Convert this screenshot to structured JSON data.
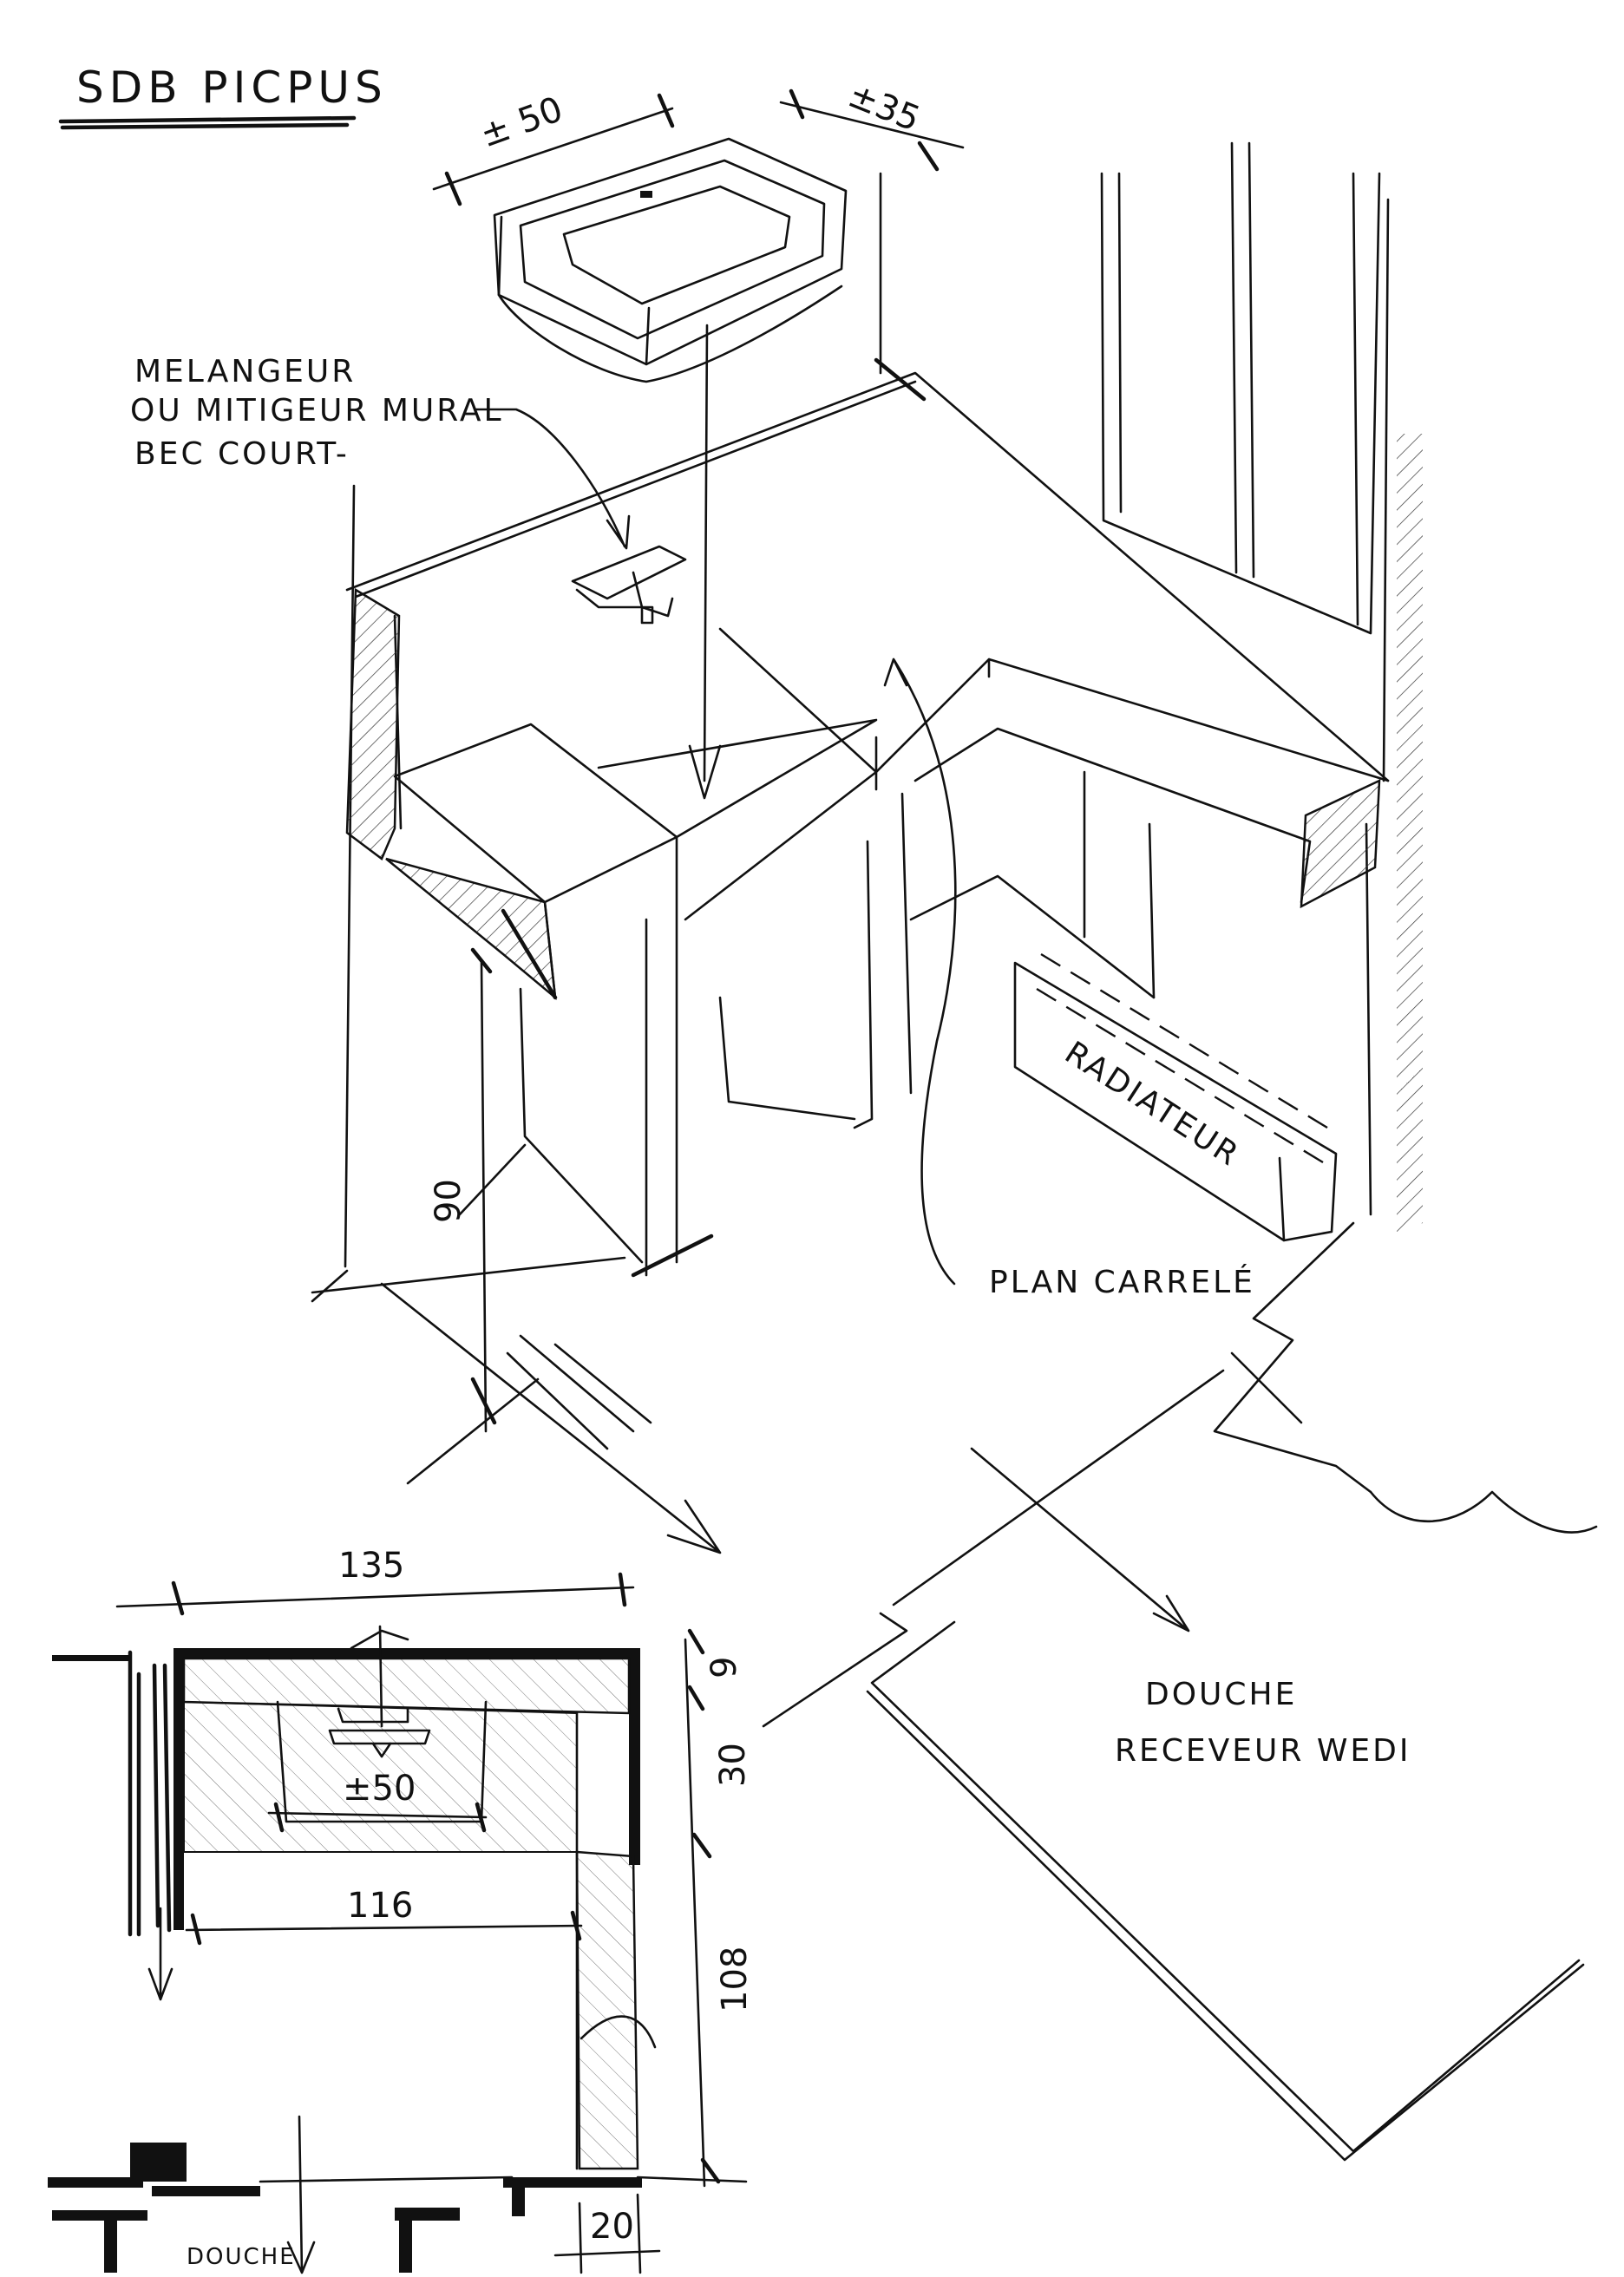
{
  "title": "SDB PICPUS",
  "labels": {
    "mixer_line1": "MELANGEUR",
    "mixer_line2": "OU MITIGEUR MURAL",
    "mixer_line3": "BEC COURT-",
    "radiator": "RADIATEUR",
    "tiled_top": "PLAN CARRELÉ",
    "shower_line1": "DOUCHE",
    "shower_line2": "RECEVEUR WEDI",
    "shower_plan": "DOUCHE"
  },
  "dimensions": {
    "basin_width": "± 50",
    "basin_depth": "±35",
    "height": "90",
    "plan_total_width": "135",
    "plan_basin_width": "±50",
    "plan_inner_width": "116",
    "plan_wall_depth": "9",
    "plan_counter_depth": "30",
    "plan_return_length": "108",
    "plan_return_width": "20"
  }
}
